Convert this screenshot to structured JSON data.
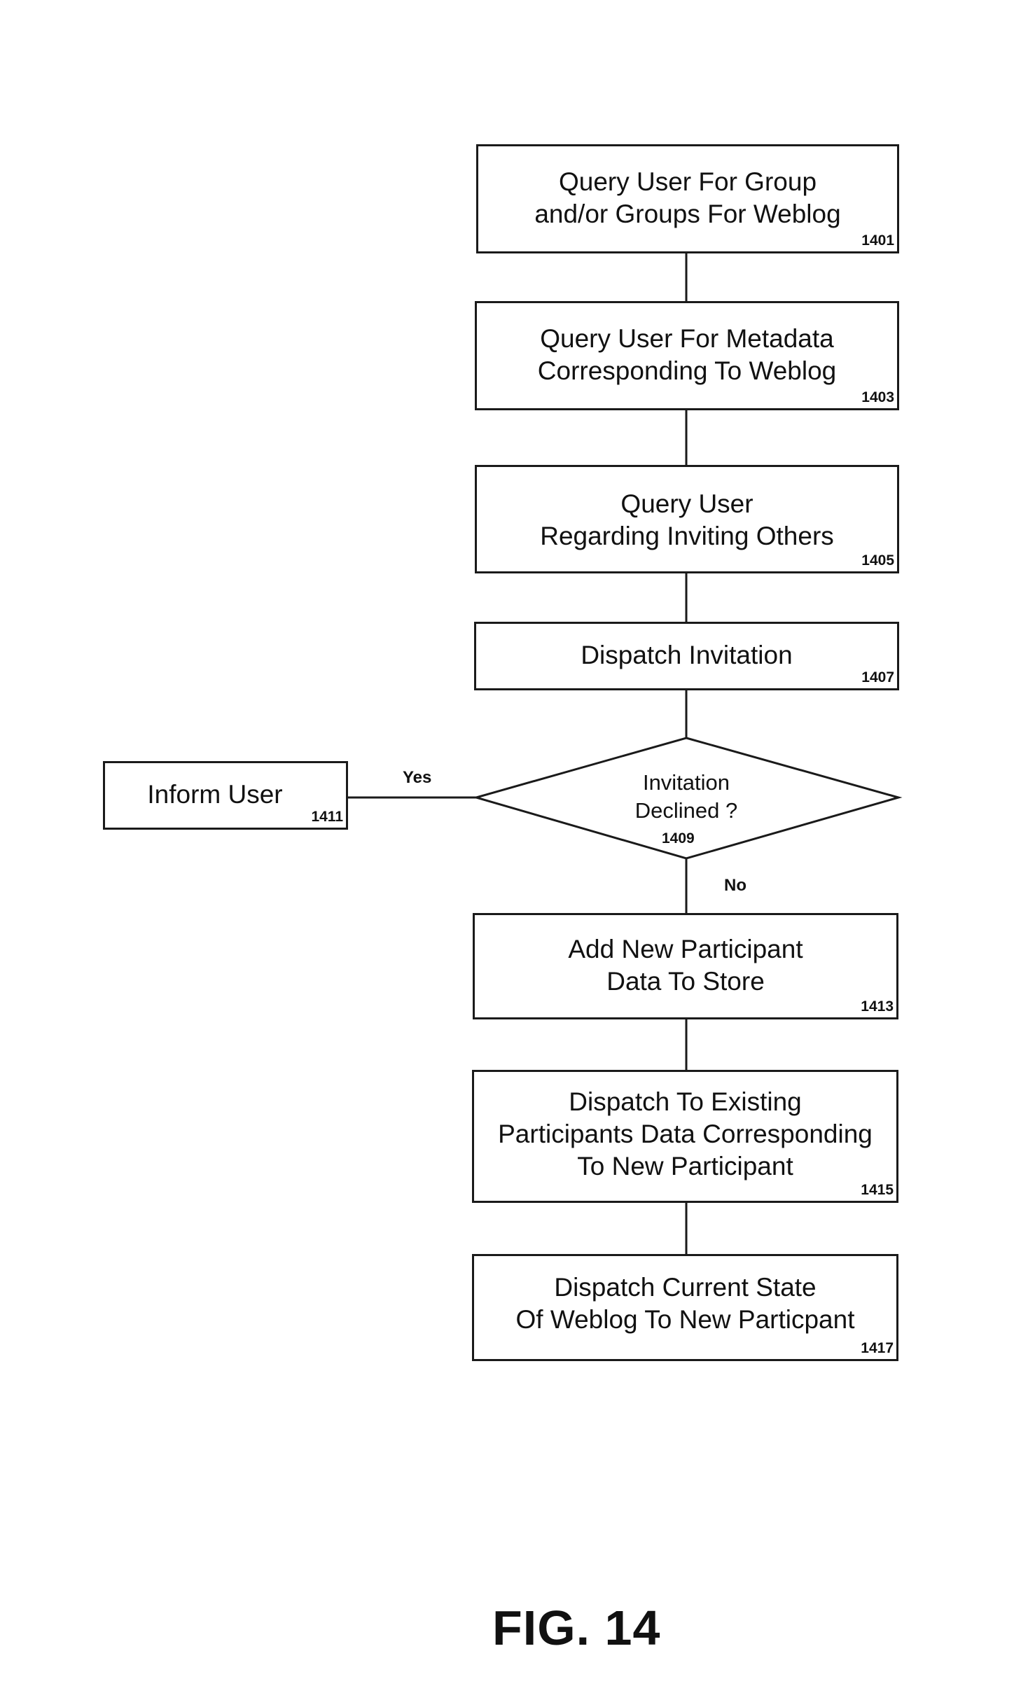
{
  "steps": [
    {
      "id": "1401",
      "text": "Query User For Group\nand/or Groups For Weblog"
    },
    {
      "id": "1403",
      "text": "Query User For Metadata\nCorresponding To Weblog"
    },
    {
      "id": "1405",
      "text": "Query User\nRegarding Inviting Others"
    },
    {
      "id": "1407",
      "text": "Dispatch Invitation"
    },
    {
      "id": "1409",
      "text": "Invitation\nDeclined ?"
    },
    {
      "id": "1411",
      "text": "Inform User"
    },
    {
      "id": "1413",
      "text": "Add New Participant\nData To Store"
    },
    {
      "id": "1415",
      "text": "Dispatch To Existing\nParticipants Data Corresponding\nTo New Participant"
    },
    {
      "id": "1417",
      "text": "Dispatch Current State\nOf Weblog To New Particpant"
    }
  ],
  "branches": {
    "yes": "Yes",
    "no": "No"
  },
  "figure_label": "FIG. 14"
}
